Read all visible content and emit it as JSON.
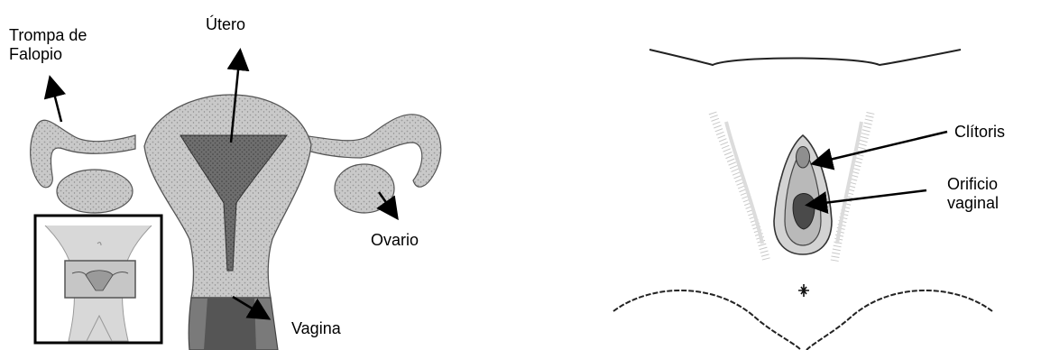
{
  "left_diagram": {
    "labels": {
      "fallopian_tube": [
        "Trompa de",
        "Falopio"
      ],
      "uterus": "Útero",
      "ovary": "Ovario",
      "vagina": "Vagina"
    }
  },
  "right_diagram": {
    "labels": {
      "clitoris": "Clítoris",
      "vaginal_opening": [
        "Orificio",
        "vaginal"
      ]
    }
  },
  "colors": {
    "text": "#000000",
    "tissue_light": "#cfcfcf",
    "tissue_mid": "#a9a9a9",
    "tissue_dark": "#5a5a5a",
    "arrow": "#000000"
  }
}
